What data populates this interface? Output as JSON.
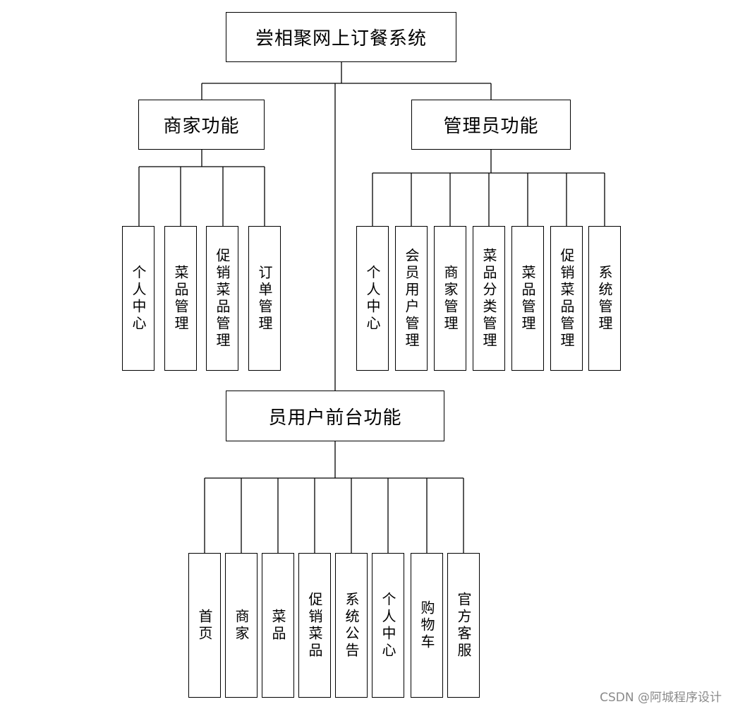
{
  "title": "尝相聚网上订餐系统",
  "merchant": {
    "label": "商家功能",
    "items": [
      "个人中心",
      "菜品管理",
      "促销菜品管理",
      "订单管理"
    ]
  },
  "admin": {
    "label": "管理员功能",
    "items": [
      "个人中心",
      "会员用户管理",
      "商家管理",
      "菜品分类管理",
      "菜品管理",
      "促销菜品管理",
      "系统管理"
    ]
  },
  "front": {
    "label": "员用户前台功能",
    "items": [
      "首页",
      "商家",
      "菜品",
      "促销菜品",
      "系统公告",
      "个人中心",
      "购物车",
      "官方客服"
    ]
  },
  "watermark": "CSDN @阿城程序设计"
}
